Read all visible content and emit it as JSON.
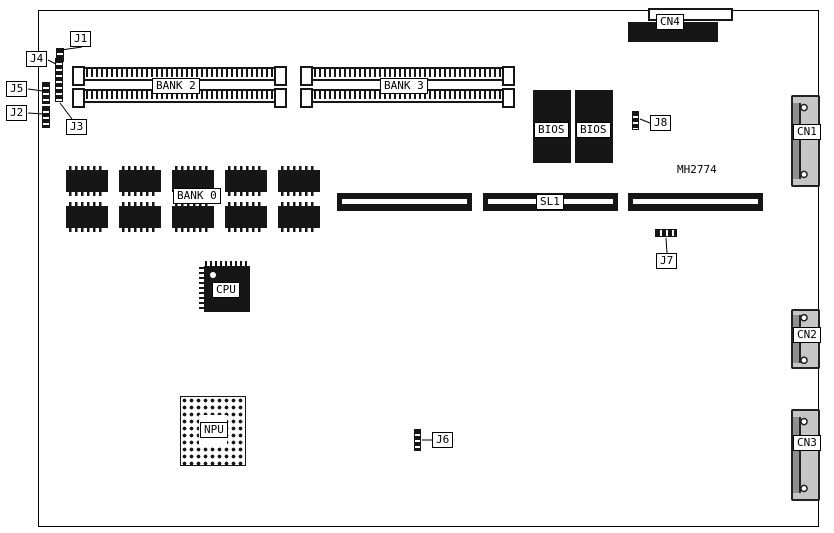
{
  "board": {
    "part_number": "MH2774",
    "colors": {
      "ink": "#161616",
      "connector_fill": "#c6c6c6"
    },
    "connectors": {
      "cn1": "CN1",
      "cn2": "CN2",
      "cn3": "CN3",
      "cn4": "CN4"
    },
    "jumpers": {
      "j1": "J1",
      "j2": "J2",
      "j3": "J3",
      "j4": "J4",
      "j5": "J5",
      "j6": "J6",
      "j7": "J7",
      "j8": "J8"
    },
    "memory": {
      "bank0": "BANK 0",
      "bank2": "BANK 2",
      "bank3": "BANK 3"
    },
    "chips": {
      "cpu": "CPU",
      "npu": "NPU",
      "bios1": "BIOS",
      "bios2": "BIOS"
    },
    "slots": {
      "sl1": "SL1"
    }
  }
}
